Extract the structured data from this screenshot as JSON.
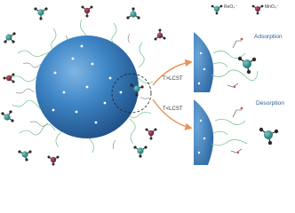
{
  "legend": {
    "items": [
      {
        "label": "ReO₄⁻",
        "icon": "tetrahedral-anion-teal"
      },
      {
        "label": "MnO₄⁻",
        "icon": "tetrahedral-anion-maroon"
      }
    ]
  },
  "conditions": {
    "upper": "T>LCST",
    "lower": "T<LCST"
  },
  "panels": {
    "top": "Adsorption",
    "bottom": "Desorption"
  },
  "colors": {
    "sphere": "#3e86c6",
    "polymer_chain": "#7fc79a",
    "reo4_center": "#2c8c8c",
    "mno4_center": "#8b2f44",
    "oxygen": "#2b2b2b",
    "arrow": "#e8945a"
  }
}
